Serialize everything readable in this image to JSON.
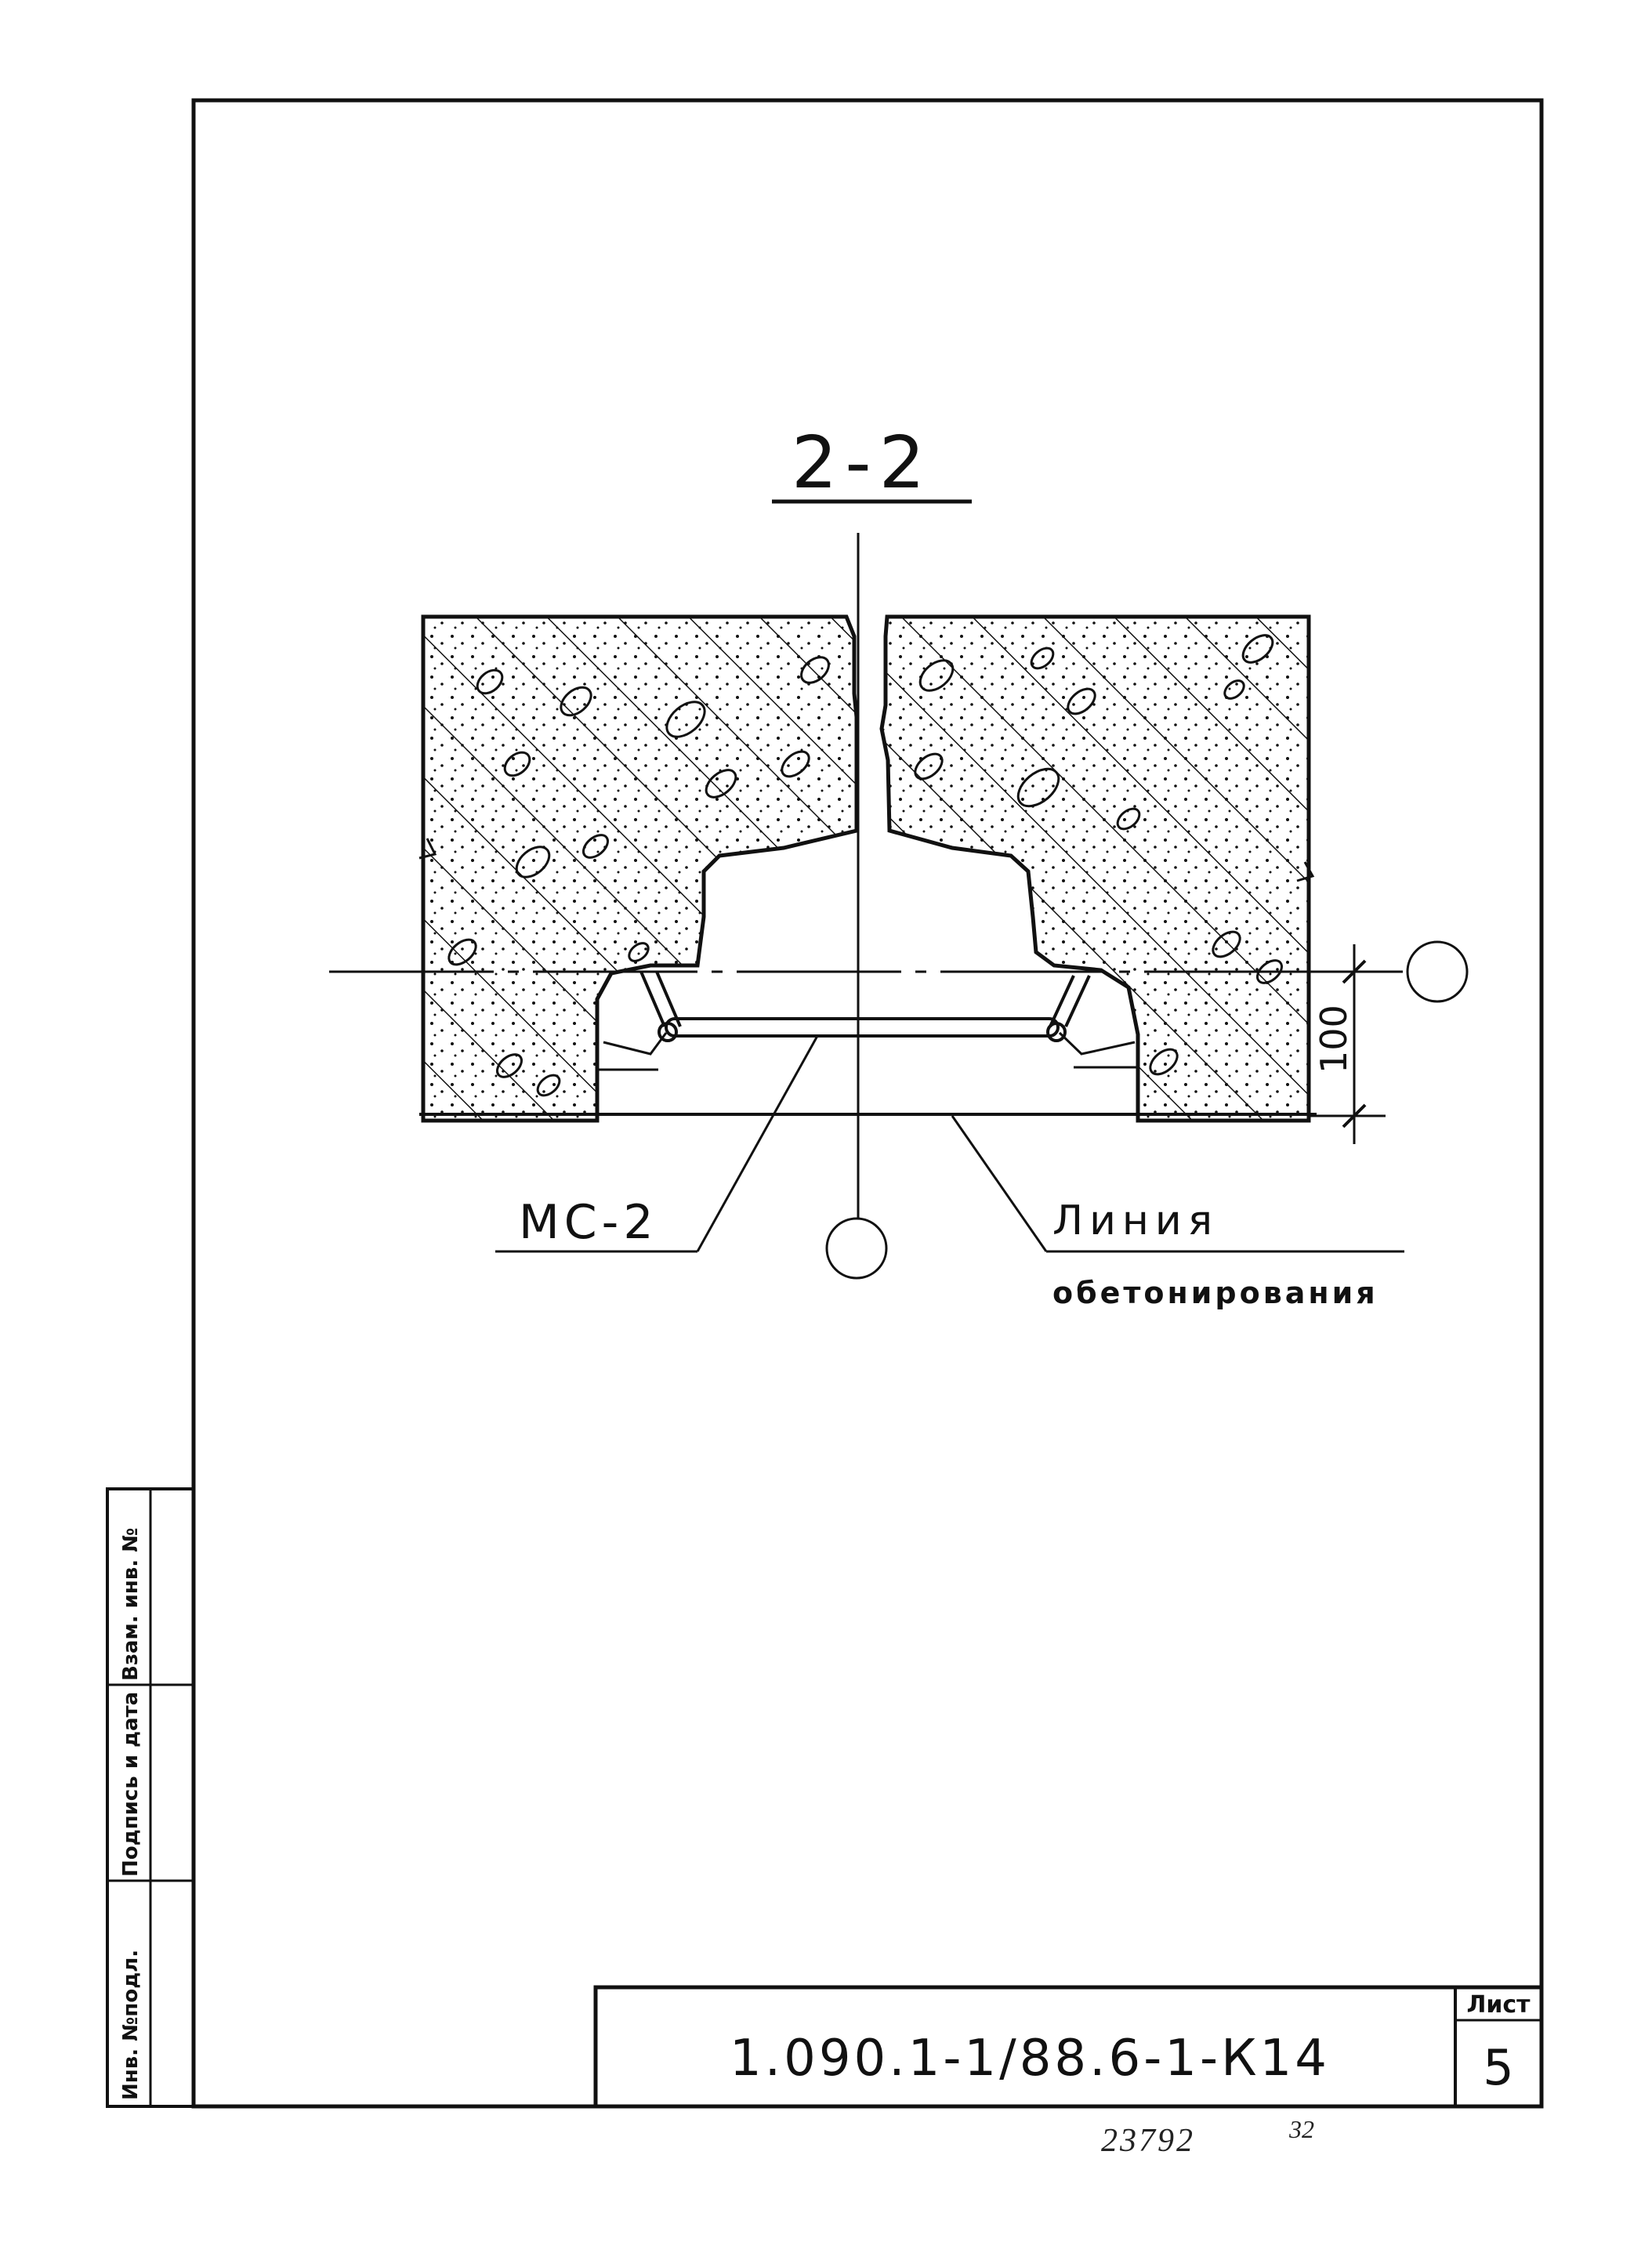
{
  "section_title": "2-2",
  "labels": {
    "mesh": "МС-2",
    "concrete_line_1": "Линия",
    "concrete_line_2": "обетонирования",
    "dimension": "100"
  },
  "side_stamp": {
    "cell_1": "Инв. №подл.",
    "cell_2": "Подпись и дата",
    "cell_3": "Взам. инв. №"
  },
  "title_block": {
    "document_code": "1.090.1-1/88.6-1-К14",
    "sheet_label": "Лист",
    "sheet_number": "5"
  },
  "footer": {
    "archive_number": "23792",
    "page_number": "32"
  },
  "colors": {
    "ink": "#111111",
    "paper": "#ffffff"
  }
}
